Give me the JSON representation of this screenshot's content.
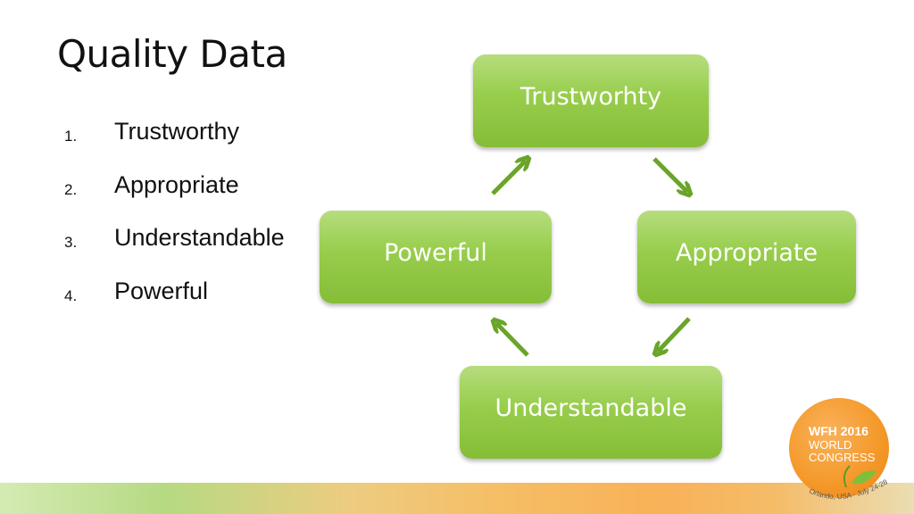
{
  "slide": {
    "title": "Quality Data"
  },
  "list": {
    "items": [
      {
        "number": "1.",
        "label": "Trustworthy"
      },
      {
        "number": "2.",
        "label": "Appropriate"
      },
      {
        "number": "3.",
        "label": "Understandable"
      },
      {
        "number": "4.",
        "label": "Powerful"
      }
    ]
  },
  "cycle": {
    "boxes": {
      "top": "Trustworhty",
      "right": "Appropriate",
      "bottom": "Understandable",
      "left": "Powerful"
    },
    "box_color": "#97cd4b",
    "arrow_color": "#6aa52a"
  },
  "logo": {
    "line1": "WFH 2016",
    "line2": "WORLD",
    "line3": "CONGRESS",
    "arc_text": "Orlando, USA · July 24-28",
    "color": "#f59a2c"
  }
}
